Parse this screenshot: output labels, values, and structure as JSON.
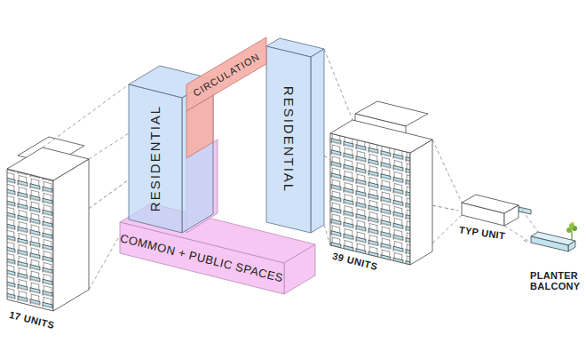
{
  "diagram": {
    "nodes": [
      {
        "text": [
          "17 UNITS"
        ]
      },
      {
        "text": [
          "RESIDENTIAL"
        ]
      },
      {
        "text": [
          "CIRCULATION"
        ]
      },
      {
        "text": [
          "RESIDENTIAL"
        ]
      },
      {
        "text": [
          "COMMON + PUBLIC SPACES"
        ]
      },
      {
        "text": [
          "39 UNITS"
        ]
      },
      {
        "text": [
          "TYP UNIT"
        ]
      },
      {
        "text": [
          "PLANTER BALCONY"
        ]
      }
    ],
    "edges": [
      {
        "from": 0,
        "to": 1,
        "arrow": "none"
      },
      {
        "from": 3,
        "to": 5,
        "arrow": "none"
      },
      {
        "from": 5,
        "to": 6,
        "arrow": "none"
      },
      {
        "from": 6,
        "to": 7,
        "arrow": "none"
      }
    ]
  }
}
